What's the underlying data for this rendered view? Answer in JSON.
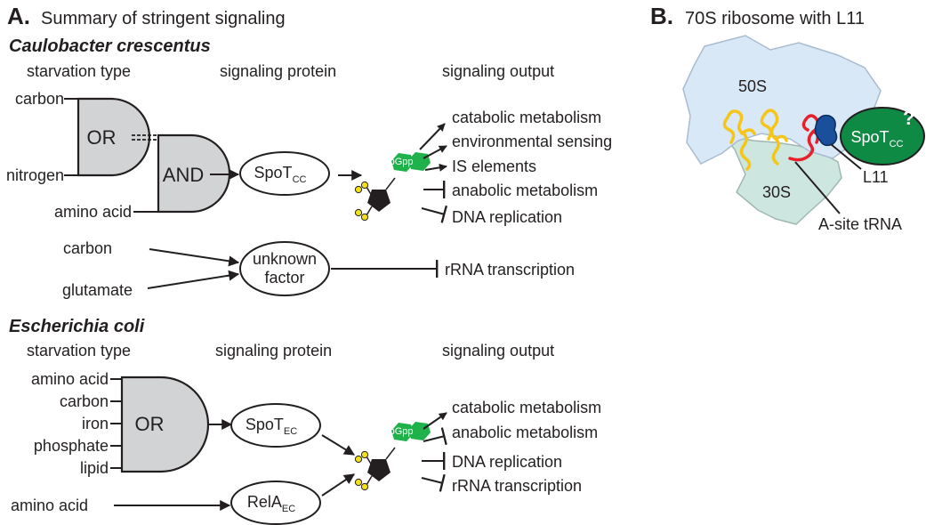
{
  "panelA": {
    "letter": "A.",
    "title": "Summary of stringent signaling",
    "caulobacter": {
      "heading": "Caulobacter crescentus",
      "col_starvation": "starvation type",
      "col_protein": "signaling protein",
      "col_output": "signaling output",
      "inputs": [
        "carbon",
        "nitrogen",
        "amino acid"
      ],
      "gate_or": "OR",
      "gate_and": "AND",
      "protein_main": "SpoT",
      "protein_sub": "CC",
      "alarmone": "ppGpp",
      "outputs": [
        "catabolic metabolism",
        "environmental sensing",
        "IS elements",
        "anabolic metabolism",
        "DNA replication"
      ],
      "unknown_inputs": [
        "carbon",
        "glutamate"
      ],
      "unknown_line1": "unknown",
      "unknown_line2": "factor",
      "unknown_output": "rRNA transcription"
    },
    "ecoli": {
      "heading": "Escherichia coli",
      "col_starvation": "starvation type",
      "col_protein": "signaling protein",
      "col_output": "signaling output",
      "inputs": [
        "amino acid",
        "carbon",
        "iron",
        "phosphate",
        "lipid"
      ],
      "gate_or": "OR",
      "relA_input": "amino acid",
      "spot_main": "SpoT",
      "spot_sub": "EC",
      "rela_main": "RelA",
      "rela_sub": "EC",
      "alarmone": "ppGpp",
      "outputs": [
        "catabolic metabolism",
        "anabolic metabolism",
        "DNA replication",
        "rRNA transcription"
      ]
    }
  },
  "panelB": {
    "letter": "B.",
    "title": "70S ribosome with L11",
    "large_subunit": "50S",
    "small_subunit": "30S",
    "spot_main": "SpoT",
    "spot_sub": "CC",
    "question_mark": "?",
    "l11_label": "L11",
    "trna_label": "A-site tRNA",
    "colors": {
      "subunit50S": "#d9e8f7",
      "subunit30S": "#cde6df",
      "trna": "#f5c518",
      "asite": "#e8202a",
      "l11": "#1a4f9c",
      "spot": "#0f8a44"
    }
  }
}
